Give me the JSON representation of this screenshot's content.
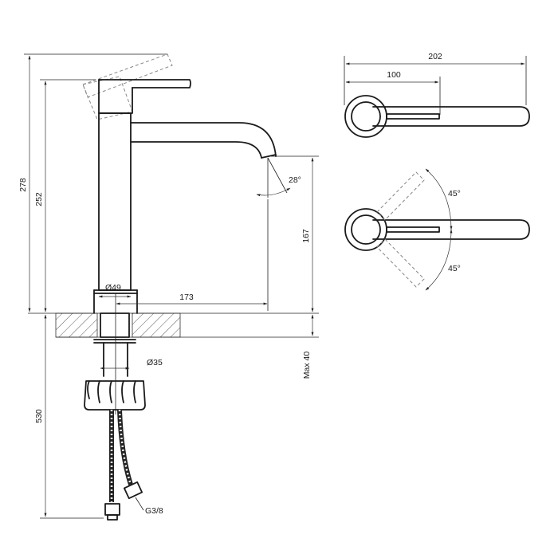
{
  "dimensions": {
    "width_top_view": "202",
    "handle_axis_top_view": "100",
    "total_height": "278",
    "body_height": "252",
    "spout_clearance": "167",
    "spout_projection": "173",
    "body_diameter": "Ø49",
    "shank_diameter": "Ø35",
    "max_counter_thickness": "Max 40",
    "hose_length": "530",
    "thread": "G3/8",
    "spout_angle": "28°",
    "handle_rotation_up": "45°",
    "handle_rotation_down": "45°"
  }
}
